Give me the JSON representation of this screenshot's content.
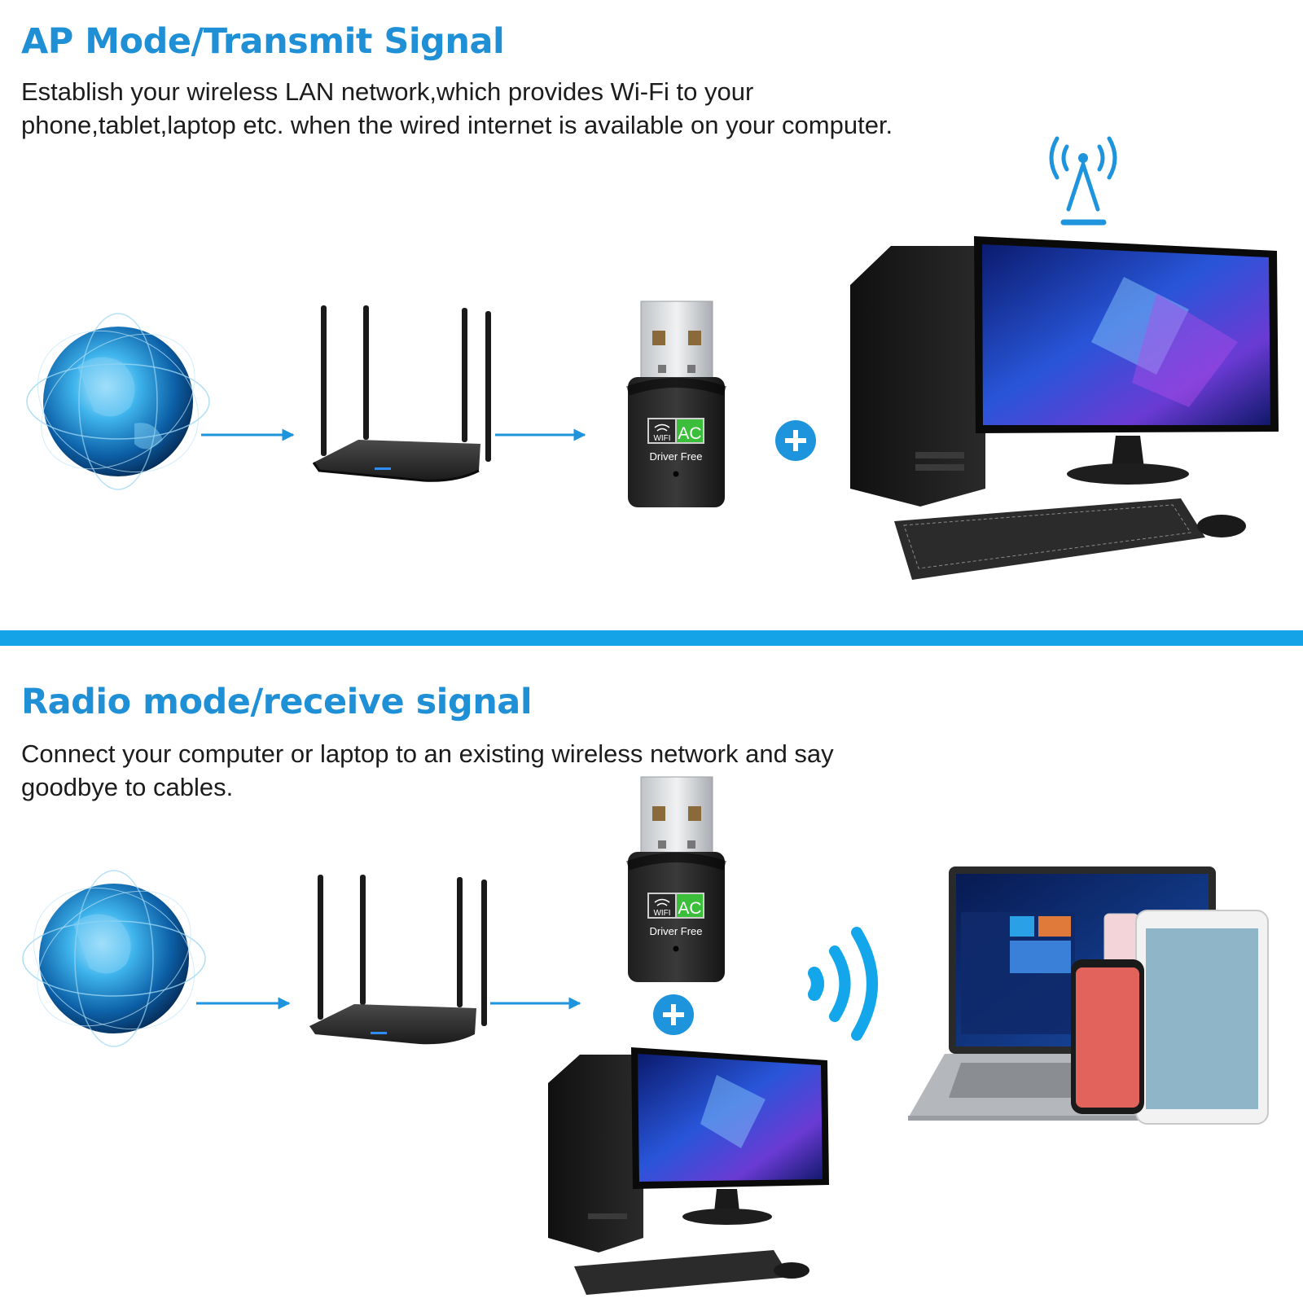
{
  "ap_mode": {
    "title": "AP Mode/Transmit Signal",
    "description_line1": "Establish your wireless LAN network,which provides Wi-Fi to your",
    "description_line2": "phone,tablet,laptop etc. when the wired internet is available on your computer."
  },
  "radio_mode": {
    "title": "Radio mode/receive signal",
    "description_line1": "Connect your computer or laptop to an existing wireless network and say",
    "description_line2": "goodbye to cables."
  },
  "adapter": {
    "badge_left": "WIFI",
    "badge_right": "AC",
    "caption": "Driver Free"
  },
  "colors": {
    "title": "#1f8fd6",
    "accent": "#14a3e6",
    "arrow": "#1d94db",
    "badge_green": "#3bbf3b"
  }
}
